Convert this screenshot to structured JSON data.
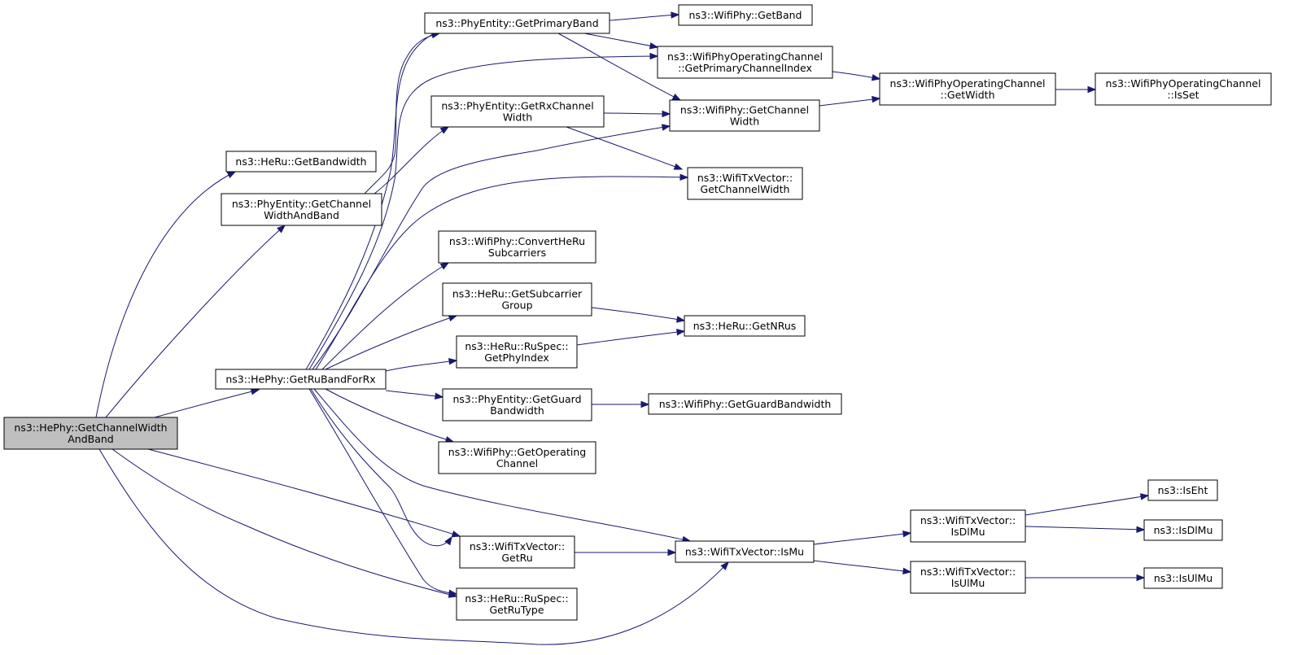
{
  "colors": {
    "edge": "#191970",
    "root_fill": "#bfbfbf",
    "node_fill": "#ffffff",
    "node_stroke": "#000000"
  },
  "nodes": {
    "root": [
      "ns3::HePhy::GetChannelWidth",
      "AndBand"
    ],
    "heru_getbandwidth": [
      "ns3::HeRu::GetBandwidth"
    ],
    "phyentity_getchannelwidthandband": [
      "ns3::PhyEntity::GetChannel",
      "WidthAndBand"
    ],
    "hephy_getrubandforrx": [
      "ns3::HePhy::GetRuBandForRx"
    ],
    "phyentity_getprimaryband": [
      "ns3::PhyEntity::GetPrimaryBand"
    ],
    "phyentity_getrxchannelwidth": [
      "ns3::PhyEntity::GetRxChannel",
      "Width"
    ],
    "wifiphy_getband": [
      "ns3::WifiPhy::GetBand"
    ],
    "wifiphyopchan_getprimarychannelindex": [
      "ns3::WifiPhyOperatingChannel",
      "::GetPrimaryChannelIndex"
    ],
    "wifiphy_getchannelwidth": [
      "ns3::WifiPhy::GetChannel",
      "Width"
    ],
    "wifiphyopchan_getwidth": [
      "ns3::WifiPhyOperatingChannel",
      "::GetWidth"
    ],
    "wifiphyopchan_isset": [
      "ns3::WifiPhyOperatingChannel",
      "::IsSet"
    ],
    "wifitxvector_getchannelwidth": [
      "ns3::WifiTxVector::",
      "GetChannelWidth"
    ],
    "wifiphy_convertherusubcarriers": [
      "ns3::WifiPhy::ConvertHeRu",
      "Subcarriers"
    ],
    "heru_getsubcarriergroup": [
      "ns3::HeRu::GetSubcarrier",
      "Group"
    ],
    "heru_getnrus": [
      "ns3::HeRu::GetNRus"
    ],
    "heru_ruspec_getphyindex": [
      "ns3::HeRu::RuSpec::",
      "GetPhyIndex"
    ],
    "phyentity_getguardbandwidth": [
      "ns3::PhyEntity::GetGuard",
      "Bandwidth"
    ],
    "wifiphy_getguardbandwidth": [
      "ns3::WifiPhy::GetGuardBandwidth"
    ],
    "wifiphy_getoperatingchannel": [
      "ns3::WifiPhy::GetOperating",
      "Channel"
    ],
    "wifitxvector_getru": [
      "ns3::WifiTxVector::",
      "GetRu"
    ],
    "heru_ruspec_getrutype": [
      "ns3::HeRu::RuSpec::",
      "GetRuType"
    ],
    "wifitxvector_ismu": [
      "ns3::WifiTxVector::IsMu"
    ],
    "wifitxvector_isdlmu": [
      "ns3::WifiTxVector::",
      "IsDlMu"
    ],
    "wifitxvector_isulmu": [
      "ns3::WifiTxVector::",
      "IsUlMu"
    ],
    "iseht": [
      "ns3::IsEht"
    ],
    "isdlmu": [
      "ns3::IsDlMu"
    ],
    "isulmu": [
      "ns3::IsUlMu"
    ]
  },
  "edges": [
    [
      "root",
      "heru_getbandwidth"
    ],
    [
      "root",
      "phyentity_getchannelwidthandband"
    ],
    [
      "root",
      "hephy_getrubandforrx"
    ],
    [
      "root",
      "wifitxvector_getru"
    ],
    [
      "root",
      "heru_ruspec_getrutype"
    ],
    [
      "root",
      "wifitxvector_ismu"
    ],
    [
      "phyentity_getchannelwidthandband",
      "phyentity_getprimaryband"
    ],
    [
      "phyentity_getchannelwidthandband",
      "phyentity_getrxchannelwidth"
    ],
    [
      "phyentity_getprimaryband",
      "wifiphy_getband"
    ],
    [
      "phyentity_getprimaryband",
      "wifiphyopchan_getprimarychannelindex"
    ],
    [
      "phyentity_getprimaryband",
      "wifiphy_getchannelwidth"
    ],
    [
      "phyentity_getrxchannelwidth",
      "wifiphy_getchannelwidth"
    ],
    [
      "phyentity_getrxchannelwidth",
      "wifitxvector_getchannelwidth"
    ],
    [
      "wifiphyopchan_getprimarychannelindex",
      "wifiphyopchan_getwidth"
    ],
    [
      "wifiphy_getchannelwidth",
      "wifiphyopchan_getwidth"
    ],
    [
      "wifiphyopchan_getwidth",
      "wifiphyopchan_isset"
    ],
    [
      "hephy_getrubandforrx",
      "phyentity_getprimaryband"
    ],
    [
      "hephy_getrubandforrx",
      "wifiphyopchan_getprimarychannelindex"
    ],
    [
      "hephy_getrubandforrx",
      "wifiphy_getchannelwidth"
    ],
    [
      "hephy_getrubandforrx",
      "wifitxvector_getchannelwidth"
    ],
    [
      "hephy_getrubandforrx",
      "wifiphy_convertherusubcarriers"
    ],
    [
      "hephy_getrubandforrx",
      "heru_getsubcarriergroup"
    ],
    [
      "hephy_getrubandforrx",
      "heru_ruspec_getphyindex"
    ],
    [
      "hephy_getrubandforrx",
      "phyentity_getguardbandwidth"
    ],
    [
      "hephy_getrubandforrx",
      "wifiphy_getoperatingchannel"
    ],
    [
      "hephy_getrubandforrx",
      "wifitxvector_getru"
    ],
    [
      "hephy_getrubandforrx",
      "heru_ruspec_getrutype"
    ],
    [
      "hephy_getrubandforrx",
      "wifitxvector_ismu"
    ],
    [
      "heru_getsubcarriergroup",
      "heru_getnrus"
    ],
    [
      "heru_ruspec_getphyindex",
      "heru_getnrus"
    ],
    [
      "phyentity_getguardbandwidth",
      "wifiphy_getguardbandwidth"
    ],
    [
      "wifitxvector_getru",
      "wifitxvector_ismu"
    ],
    [
      "wifitxvector_ismu",
      "wifitxvector_isdlmu"
    ],
    [
      "wifitxvector_ismu",
      "wifitxvector_isulmu"
    ],
    [
      "wifitxvector_isdlmu",
      "iseht"
    ],
    [
      "wifitxvector_isdlmu",
      "isdlmu"
    ],
    [
      "wifitxvector_isulmu",
      "isulmu"
    ]
  ]
}
